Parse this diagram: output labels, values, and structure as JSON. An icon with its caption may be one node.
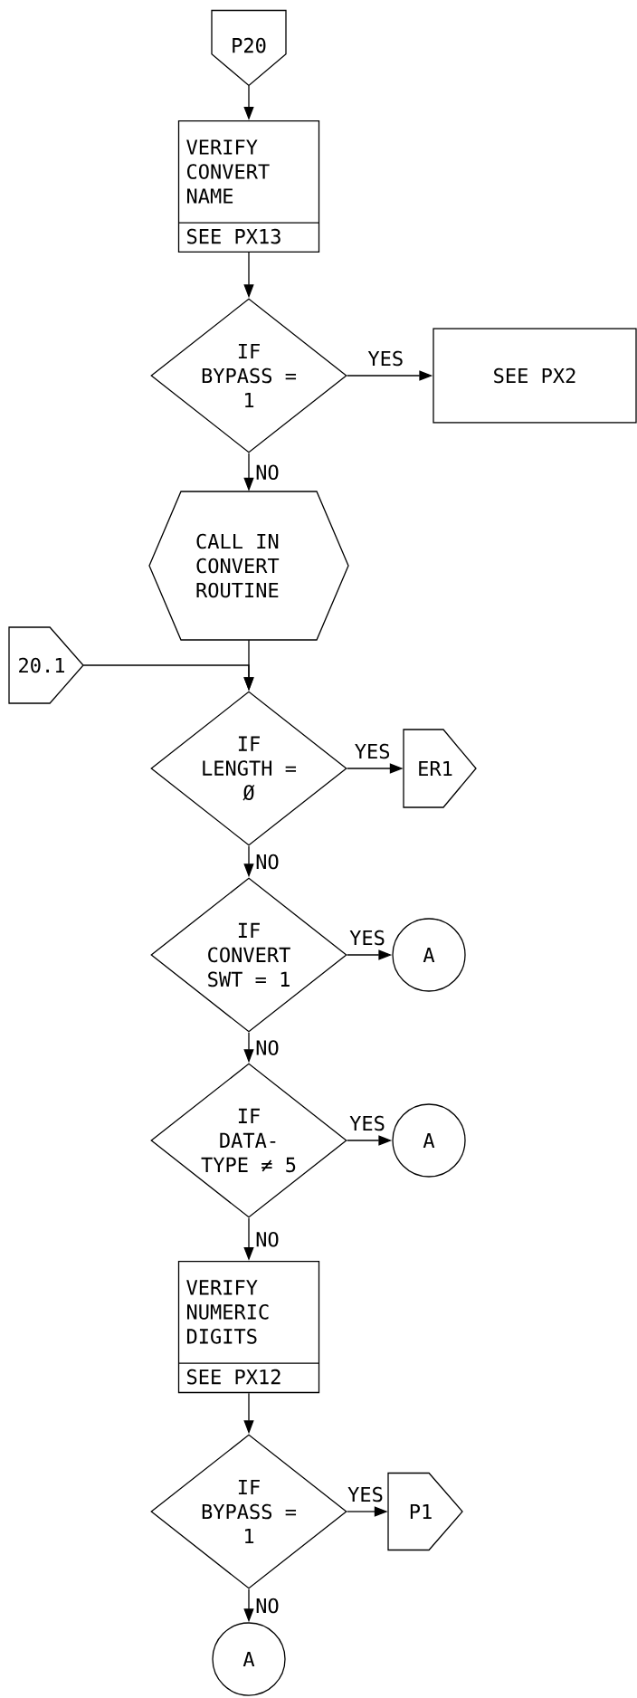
{
  "diagram": {
    "nodes": [
      {
        "text": [
          "P20"
        ]
      },
      {
        "text": [
          "VERIFY CONVERT NAME",
          "SEE PX13"
        ]
      },
      {
        "text": [
          "IF BYPASS = 1"
        ]
      },
      {
        "text": [
          "SEE PX2"
        ]
      },
      {
        "text": [
          "CALL IN CONVERT ROUTINE"
        ]
      },
      {
        "text": [
          "20.1"
        ]
      },
      {
        "text": [
          "IF LENGTH = Ø"
        ]
      },
      {
        "text": [
          "ER1"
        ]
      },
      {
        "text": [
          "IF CONVERT SWT = 1"
        ]
      },
      {
        "text": [
          "A"
        ]
      },
      {
        "text": [
          "IF DATA- TYPE ≠ 5"
        ]
      },
      {
        "text": [
          "A"
        ]
      },
      {
        "text": [
          "VERIFY NUMERIC DIGITS",
          "SEE PX12"
        ]
      },
      {
        "text": [
          "IF BYPASS = 1"
        ]
      },
      {
        "text": [
          "P1"
        ]
      },
      {
        "text": [
          "A"
        ]
      }
    ],
    "edges": [
      {
        "from": 0,
        "to": 1,
        "arrow": "to"
      },
      {
        "from": 1,
        "to": 2,
        "arrow": "to"
      },
      {
        "from": 2,
        "to": 3,
        "arrow": "to",
        "label": "YES"
      },
      {
        "from": 2,
        "to": 4,
        "arrow": "to",
        "label": "NO"
      },
      {
        "from": 4,
        "to": 6,
        "arrow": "to"
      },
      {
        "from": 5,
        "to": 6,
        "arrow": "to"
      },
      {
        "from": 6,
        "to": 7,
        "arrow": "to",
        "label": "YES"
      },
      {
        "from": 6,
        "to": 8,
        "arrow": "to",
        "label": "NO"
      },
      {
        "from": 8,
        "to": 9,
        "arrow": "to",
        "label": "YES"
      },
      {
        "from": 8,
        "to": 10,
        "arrow": "to",
        "label": "NO"
      },
      {
        "from": 10,
        "to": 11,
        "arrow": "to",
        "label": "YES"
      },
      {
        "from": 10,
        "to": 12,
        "arrow": "to",
        "label": "NO"
      },
      {
        "from": 12,
        "to": 13,
        "arrow": "to"
      },
      {
        "from": 13,
        "to": 14,
        "arrow": "to",
        "label": "YES"
      },
      {
        "from": 13,
        "to": 15,
        "arrow": "to",
        "label": "NO"
      }
    ]
  }
}
